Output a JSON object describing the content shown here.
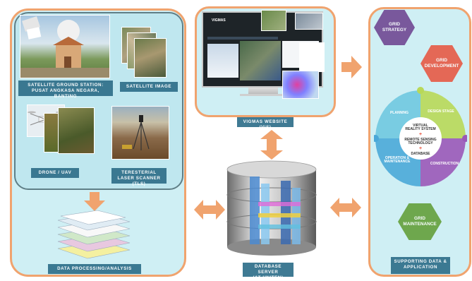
{
  "left_panel": {
    "ground_station_label": "SATELLITE GROUND STATION:\nPUSAT ANGKASA NEGARA, BANTING",
    "satellite_image_label": "SATELLITE IMAGE",
    "drone_label": "DRONE  / UAV",
    "tls_label": "TERESTERIAL LASER SCANNER (TLS)",
    "processing_label": "DATA PROCESSING/ANALYSIS"
  },
  "center": {
    "website_label": "VIGMAS WEBSITE (ViS)",
    "server_label": "DATABASE  SERVER\n(AT UNITEN)",
    "screen_title": "VIGMAS"
  },
  "right_panel": {
    "footer_label": "SUPPORTING  DATA &\nAPPLICATION",
    "hexagons": [
      {
        "label": "GRID\nSTRATEGY",
        "color": "#6a3e8c"
      },
      {
        "label": "GRID\nDEVELOPMENT",
        "color": "#e8503a"
      },
      {
        "label": "GRID\nMAINTENANCE",
        "color": "#5d9b2f"
      }
    ],
    "puzzle": {
      "planning": "PLANNING",
      "design": "DESIGN STAGE",
      "operation": "OPERATION &\nMAINTENANCE",
      "construction": "CONSTRUCTION",
      "center_top": "VIRTUAL\nREALITY SYSTEM",
      "center_mid": "REMOTE SENSING\nTECHNOLOGY",
      "center_bot": "DATABASE",
      "plus": "+"
    }
  },
  "colors": {
    "panel_border": "#f0a36e",
    "panel_fill": "#cfeff4",
    "label_bg": "#2f6f8a",
    "arrow": "#f0a36e"
  }
}
